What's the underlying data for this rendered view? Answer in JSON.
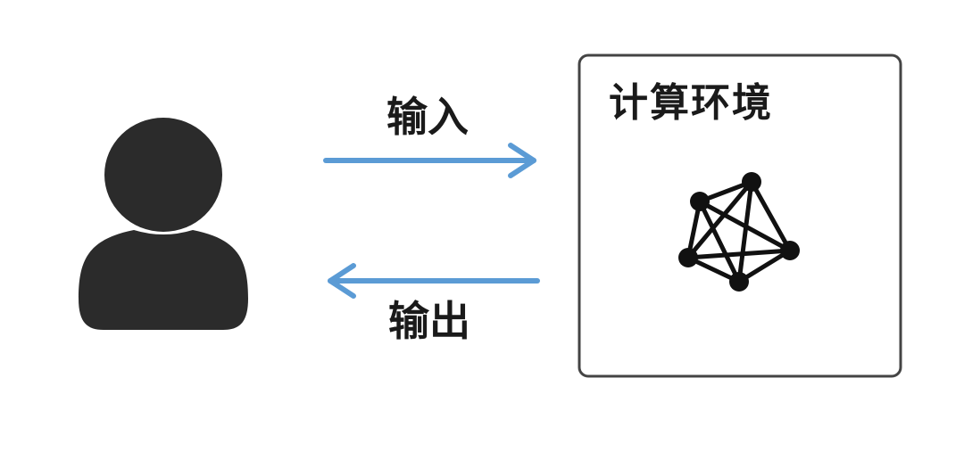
{
  "labels": {
    "input": "输入",
    "output": "输出"
  },
  "environment": {
    "title": "计算环境",
    "icon": "network-graph-icon"
  },
  "user": {
    "icon": "user-silhouette-icon"
  },
  "arrows": {
    "input_direction": "right",
    "output_direction": "left"
  },
  "colors": {
    "arrow": "#5B9BD5",
    "user": "#2b2b2b",
    "box_border": "#444444",
    "graph": "#111111"
  }
}
